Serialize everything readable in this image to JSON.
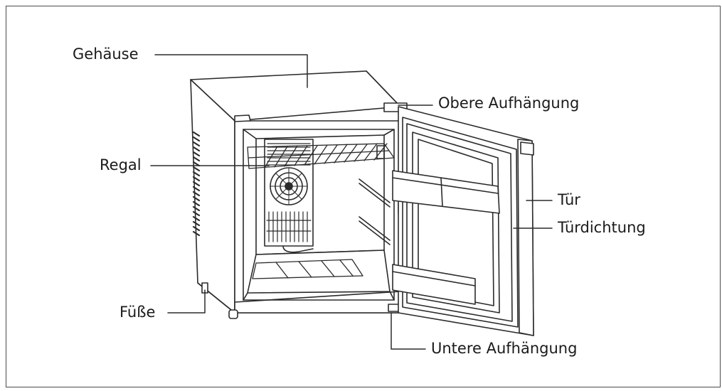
{
  "labels": {
    "gehaeuse": "Gehäuse",
    "obere_aufhaengung": "Obere Aufhängung",
    "regal": "Regal",
    "tuer": "Tür",
    "tuerdichtung": "Türdichtung",
    "fuesse": "Füße",
    "untere_aufhaengung": "Untere Aufhängung"
  }
}
